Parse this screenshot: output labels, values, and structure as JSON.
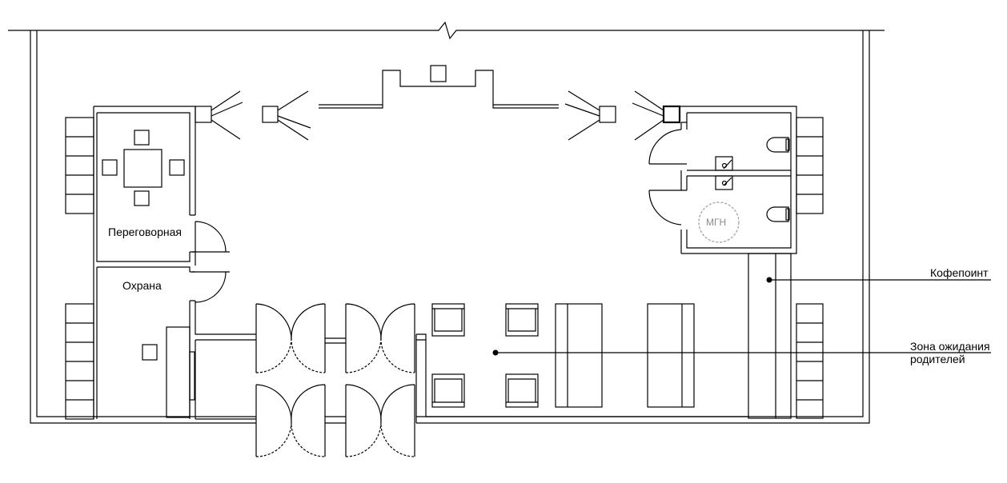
{
  "labels": {
    "meeting_room": "Переговорная",
    "security": "Охрана",
    "accessible_marker": "МГН",
    "coffee_point": "Кофепоинт",
    "waiting_zone_line1": "Зона ожидания",
    "waiting_zone_line2": "родителей"
  },
  "colors": {
    "line": "#000000",
    "dashed_circle": "#9a9a9a",
    "background": "#ffffff"
  }
}
